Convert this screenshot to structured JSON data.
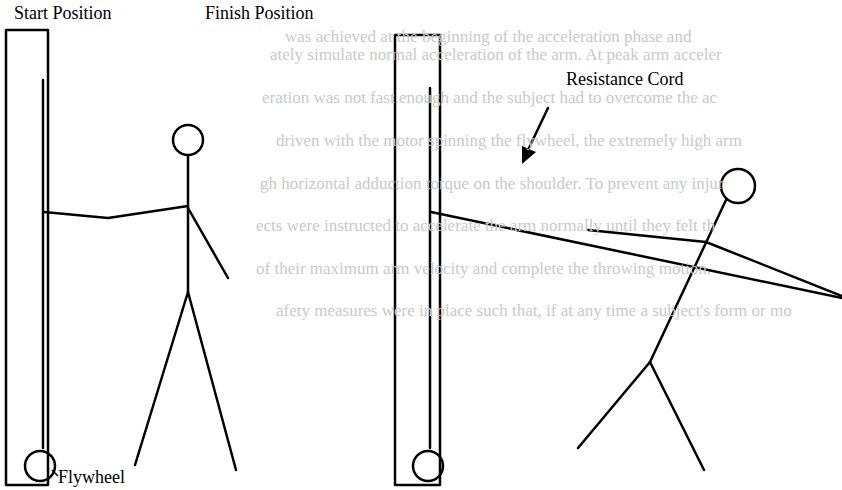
{
  "diagram": {
    "labels": [
      "Start Position",
      "Finish Position",
      "Resistance Cord",
      "Flywheel",
      "was achieved at the beginning of the acceleration phase and",
      "ately simulate normal acceleration of the arm.  At peak arm acceler",
      "eration was not fast enough and the subject had to overcome the ac",
      "driven with the motor spinning the flywheel, the extremely high arm",
      "gh horizontal adduction torque on the shoulder.  To prevent any injur",
      "ects were instructed to accelerate the arm normally until they felt th",
      "of their maximum arm velocity and complete the throwing motion.",
      "afety measures were in place such that, if at any time a subject's form or mo"
    ]
  }
}
